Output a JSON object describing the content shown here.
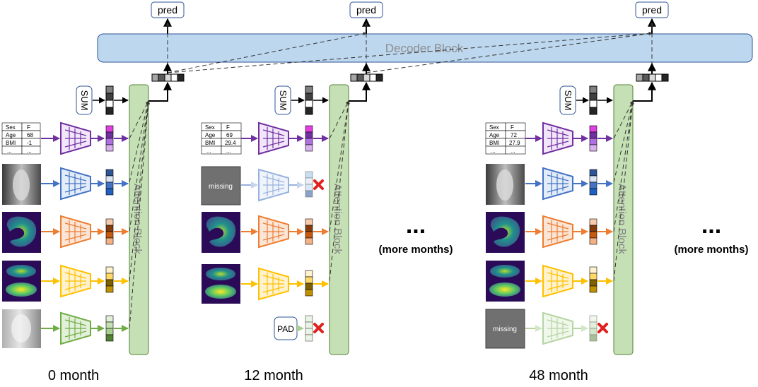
{
  "decoder_label": "Decoder Block",
  "pred_label": "pred",
  "attention_label": "Attention Block",
  "sum_label": "SUM",
  "pad_label": "PAD",
  "missing_label": "missing",
  "more_dots": "...",
  "more_label": "(more months)",
  "month_labels": [
    "0 month",
    "12 month",
    "48 month"
  ],
  "tables": [
    {
      "rows": [
        [
          "Sex",
          "F"
        ],
        [
          "Age",
          "68"
        ],
        [
          "BMI",
          "-1"
        ],
        [
          "...",
          "..."
        ]
      ]
    },
    {
      "rows": [
        [
          "Sex",
          "F"
        ],
        [
          "Age",
          "69"
        ],
        [
          "BMI",
          "29.4"
        ],
        [
          "...",
          "..."
        ]
      ]
    },
    {
      "rows": [
        [
          "Sex",
          "F"
        ],
        [
          "Age",
          "72"
        ],
        [
          "BMI",
          "27.9"
        ],
        [
          "...",
          "..."
        ]
      ]
    }
  ],
  "colors": {
    "decoder_fill": "#bdd7ee",
    "attention_fill": "#c5e0b4",
    "tabular": "#7030a0",
    "xray": "#4472c4",
    "cartilage_a": "#ed7d31",
    "cartilage_b": "#ffc000",
    "xray_b": "#70ad47",
    "cross": "#e0201f",
    "missing_fill": "#707070"
  }
}
